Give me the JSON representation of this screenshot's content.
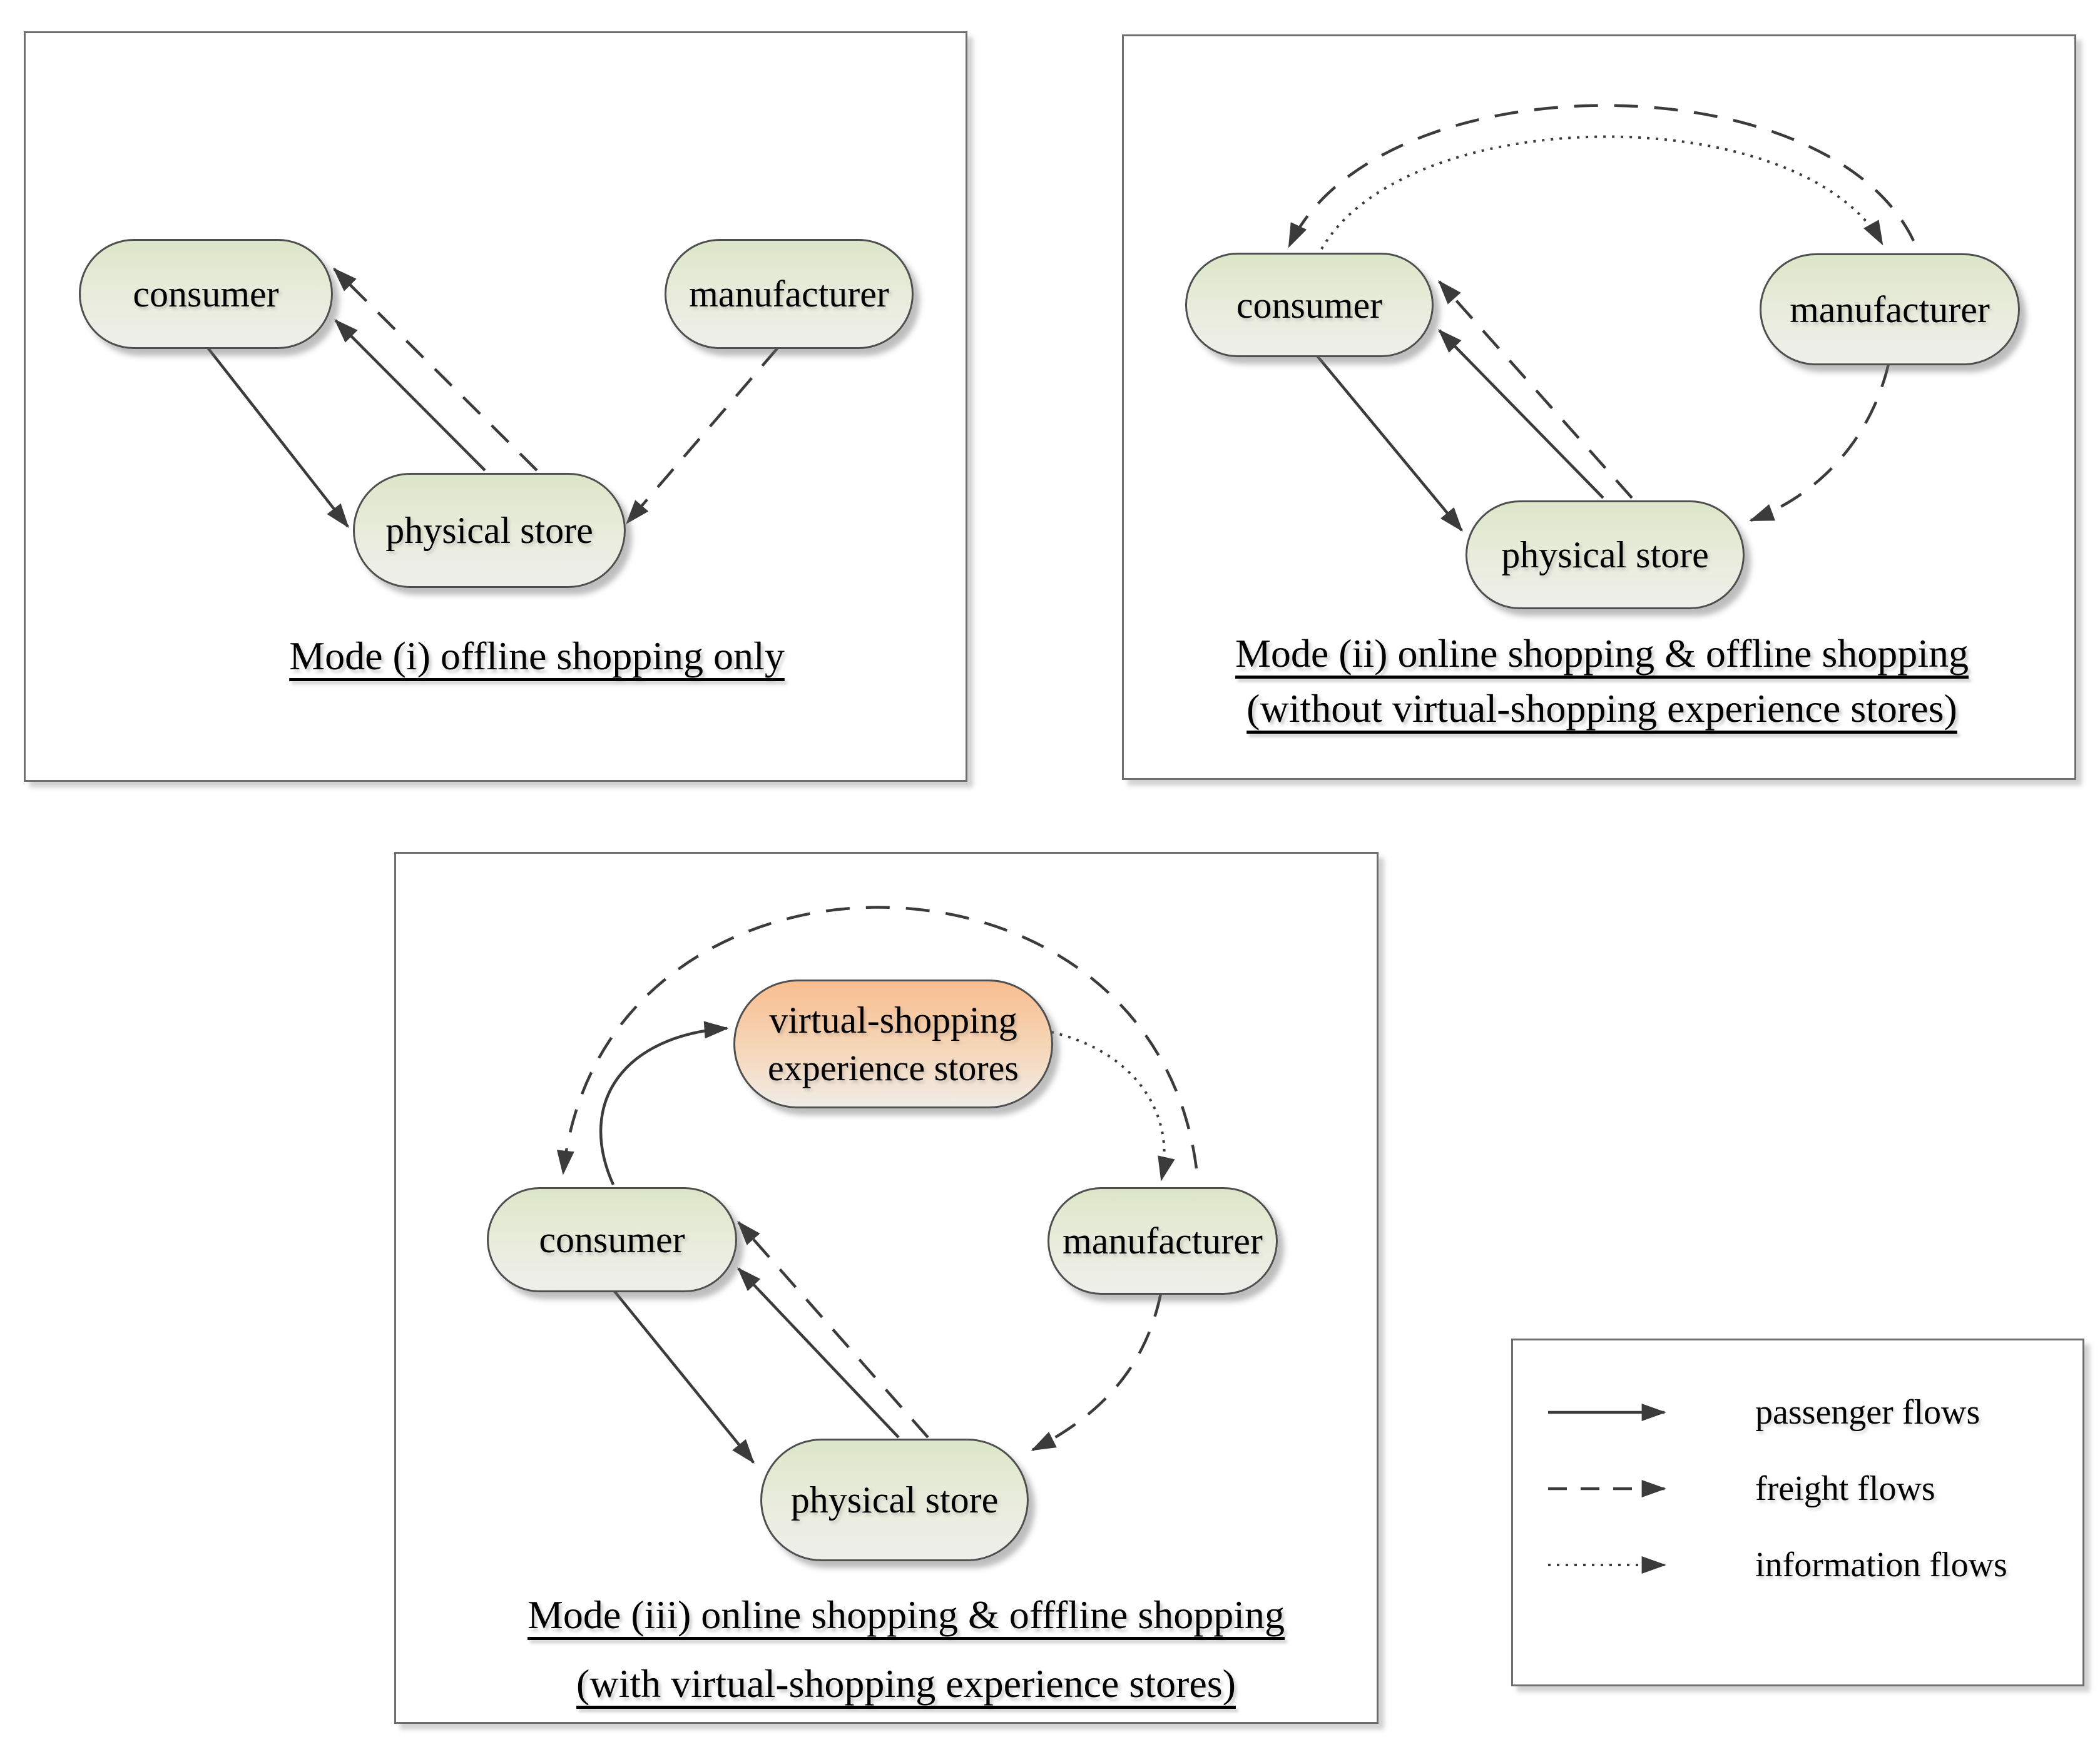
{
  "colors": {
    "page_bg": "#ffffff",
    "panel_border": "#6e6e6e",
    "node_border": "#4f4f4f",
    "arrow_color": "#3b3b3b",
    "green_top": "#dce6c8",
    "green_mid": "#e9ecdc",
    "green_bottom": "#efefeb",
    "orange_top": "#f8bd90",
    "orange_mid": "#f6d6b7",
    "orange_bottom": "#f0ece6"
  },
  "panel1": {
    "caption": "Mode (i) offline shopping only",
    "nodes": {
      "consumer": "consumer",
      "manufacturer": "manufacturer",
      "physical_store": "physical store"
    },
    "edges": [
      {
        "type": "passenger flows",
        "from": "consumer",
        "to": "physical store"
      },
      {
        "type": "passenger flows",
        "from": "physical store",
        "to": "consumer"
      },
      {
        "type": "freight flows",
        "from": "physical store",
        "to": "consumer"
      },
      {
        "type": "freight flows",
        "from": "manufacturer",
        "to": "physical store"
      }
    ]
  },
  "panel2": {
    "caption_line1": "Mode (ii) online shopping & offline shopping",
    "caption_line2": "(without virtual-shopping experience stores)",
    "nodes": {
      "consumer": "consumer",
      "manufacturer": "manufacturer",
      "physical_store": "physical store"
    },
    "edges": [
      {
        "type": "freight flows",
        "from": "manufacturer",
        "to": "consumer"
      },
      {
        "type": "information flows",
        "from": "consumer",
        "to": "manufacturer"
      },
      {
        "type": "passenger flows",
        "from": "consumer",
        "to": "physical store"
      },
      {
        "type": "passenger flows",
        "from": "physical store",
        "to": "consumer"
      },
      {
        "type": "freight flows",
        "from": "physical store",
        "to": "consumer"
      },
      {
        "type": "freight flows",
        "from": "manufacturer",
        "to": "physical store"
      }
    ]
  },
  "panel3": {
    "caption_line1": "Mode (iii) online shopping & offfline shopping",
    "caption_line2": "(with virtual-shopping experience stores)",
    "nodes": {
      "consumer": "consumer",
      "manufacturer": "manufacturer",
      "physical_store": "physical store",
      "virtual_store_line1": "virtual-shopping",
      "virtual_store_line2": "experience stores"
    },
    "edges": [
      {
        "type": "passenger flows",
        "from": "consumer",
        "to": "virtual-shopping experience stores"
      },
      {
        "type": "freight flows",
        "from": "manufacturer",
        "to": "consumer"
      },
      {
        "type": "information flows",
        "from": "virtual-shopping experience stores",
        "to": "manufacturer"
      },
      {
        "type": "passenger flows",
        "from": "consumer",
        "to": "physical store"
      },
      {
        "type": "passenger flows",
        "from": "physical store",
        "to": "consumer"
      },
      {
        "type": "freight flows",
        "from": "physical store",
        "to": "consumer"
      },
      {
        "type": "freight flows",
        "from": "manufacturer",
        "to": "physical store"
      }
    ]
  },
  "legend": {
    "items": [
      {
        "label": "passenger flows",
        "line_style": "solid"
      },
      {
        "label": "freight flows",
        "line_style": "dashed"
      },
      {
        "label": "information flows",
        "line_style": "dotted"
      }
    ]
  }
}
